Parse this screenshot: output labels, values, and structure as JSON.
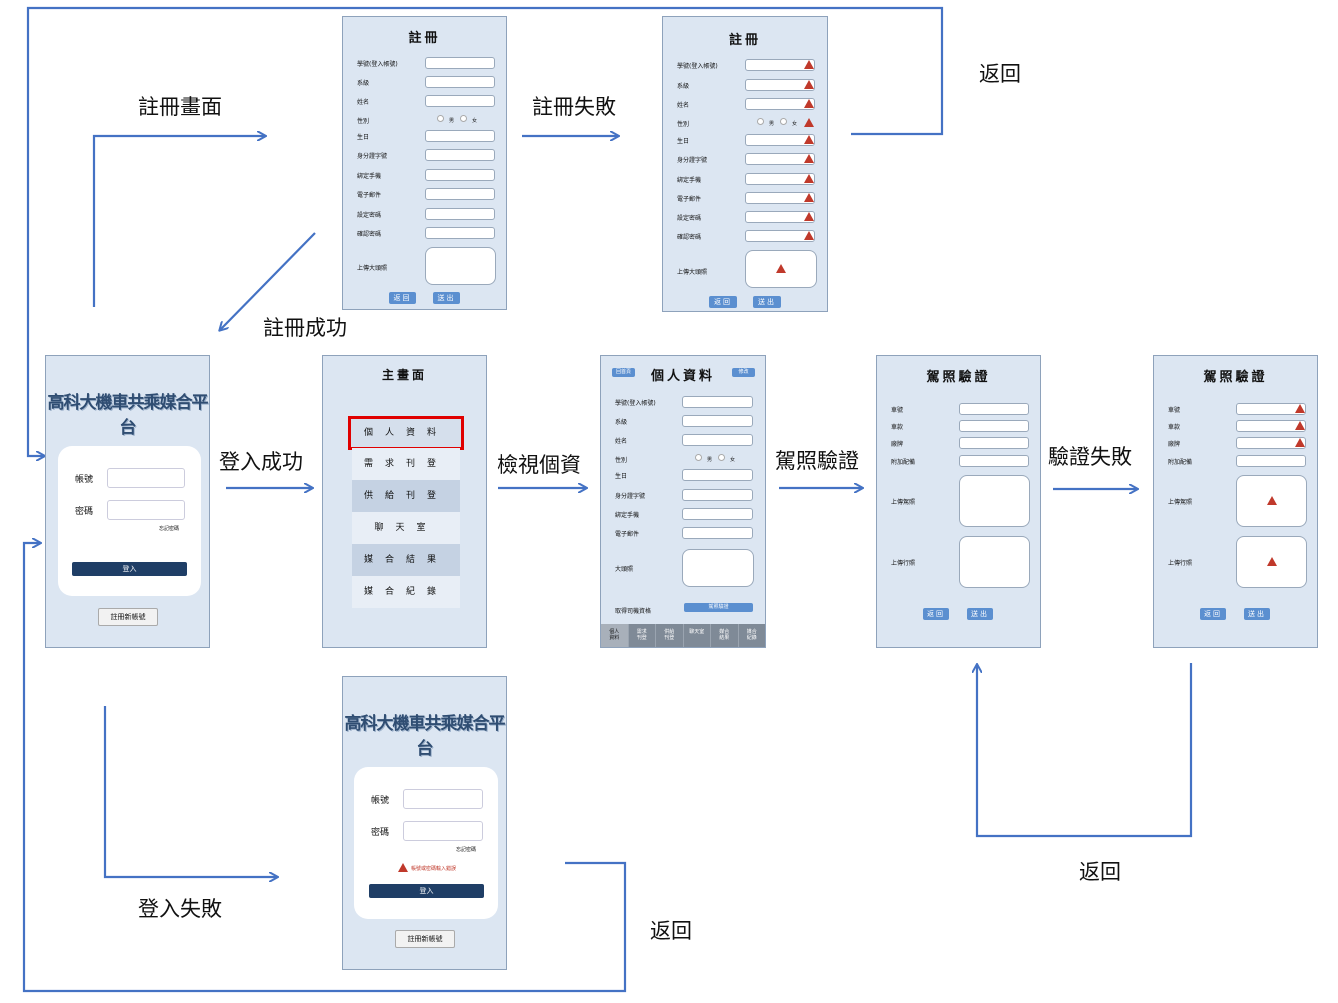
{
  "edges": {
    "register_screen": "註冊畫面",
    "register_fail": "註冊失敗",
    "back_top": "返回",
    "register_success": "註冊成功",
    "login_success": "登入成功",
    "view_profile": "檢視個資",
    "license_verify": "駕照驗證",
    "verify_fail": "驗證失敗",
    "back_verify": "返回",
    "login_fail": "登入失敗",
    "back_login": "返回"
  },
  "register": {
    "title": "註冊",
    "fields": [
      "學號(登入帳號)",
      "系級",
      "姓名",
      "性別",
      "生日",
      "身分證字號",
      "綁定手機",
      "電子郵件",
      "設定密碼",
      "確認密碼"
    ],
    "upload_label": "上傳大頭照",
    "gender_male": "男",
    "gender_female": "女",
    "back": "返回",
    "submit": "送出"
  },
  "login": {
    "logo": "高科大機車共乘媒合平台",
    "account": "帳號",
    "password": "密碼",
    "forgot": "忘記密碼",
    "login_button": "登入",
    "register_button": "註冊新帳號",
    "error_message": "帳號或密碼輸入錯誤"
  },
  "main_menu": {
    "title": "主畫面",
    "items": [
      "個人資料",
      "需求刊登",
      "供給刊登",
      "聊天室",
      "媒合結果",
      "媒合紀錄"
    ]
  },
  "profile": {
    "title": "個人資料",
    "home_button": "回首頁",
    "edit_button": "修改",
    "fields": [
      "學號(登入帳號)",
      "系級",
      "姓名",
      "性別",
      "生日",
      "身分證字號",
      "綁定手機",
      "電子郵件"
    ],
    "photo_label": "大頭照",
    "driver_label": "取得司機資格",
    "driver_button": "駕照驗證",
    "tabs": [
      "個人\n資料",
      "需求\n刊登",
      "供給\n刊登",
      "聊天室",
      "媒合\n結果",
      "媒合\n紀錄"
    ]
  },
  "license": {
    "title": "駕照驗證",
    "fields": [
      "車號",
      "車款",
      "廠牌",
      "附加配備"
    ],
    "upload_license": "上傳駕照",
    "upload_registration": "上傳行照",
    "back": "返回",
    "submit": "送出"
  }
}
